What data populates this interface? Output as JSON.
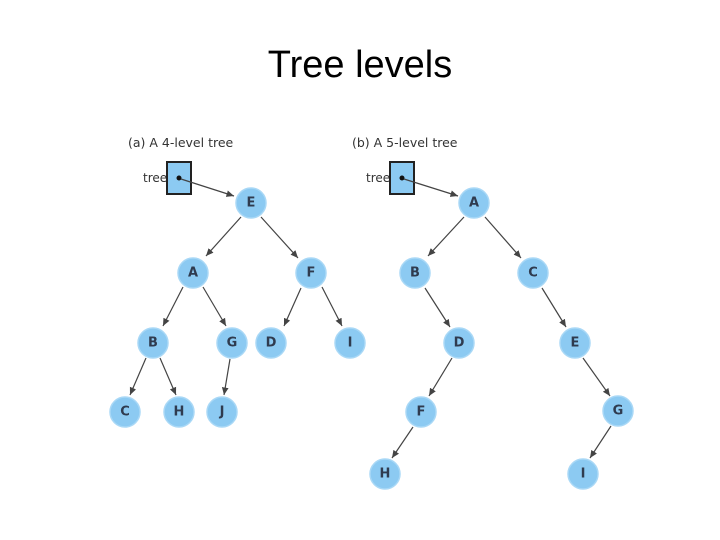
{
  "slide": {
    "title": "Tree levels"
  },
  "diagrams": [
    {
      "id": "a",
      "caption": "(a) A 4-level tree",
      "pointer_label": "tree",
      "nodes": [
        "E",
        "A",
        "F",
        "B",
        "G",
        "D",
        "I",
        "C",
        "H",
        "J"
      ],
      "edges": [
        [
          "tree",
          "E"
        ],
        [
          "E",
          "A"
        ],
        [
          "E",
          "F"
        ],
        [
          "A",
          "B"
        ],
        [
          "A",
          "G"
        ],
        [
          "F",
          "D"
        ],
        [
          "F",
          "I"
        ],
        [
          "B",
          "C"
        ],
        [
          "B",
          "H"
        ],
        [
          "G",
          "J"
        ]
      ]
    },
    {
      "id": "b",
      "caption": "(b) A 5-level tree",
      "pointer_label": "tree",
      "nodes": [
        "A",
        "B",
        "C",
        "D",
        "E",
        "F",
        "G",
        "H",
        "I"
      ],
      "edges": [
        [
          "tree",
          "A"
        ],
        [
          "A",
          "B"
        ],
        [
          "A",
          "C"
        ],
        [
          "B",
          "D"
        ],
        [
          "C",
          "E"
        ],
        [
          "D",
          "F"
        ],
        [
          "E",
          "G"
        ],
        [
          "F",
          "H"
        ],
        [
          "G",
          "I"
        ]
      ]
    }
  ]
}
